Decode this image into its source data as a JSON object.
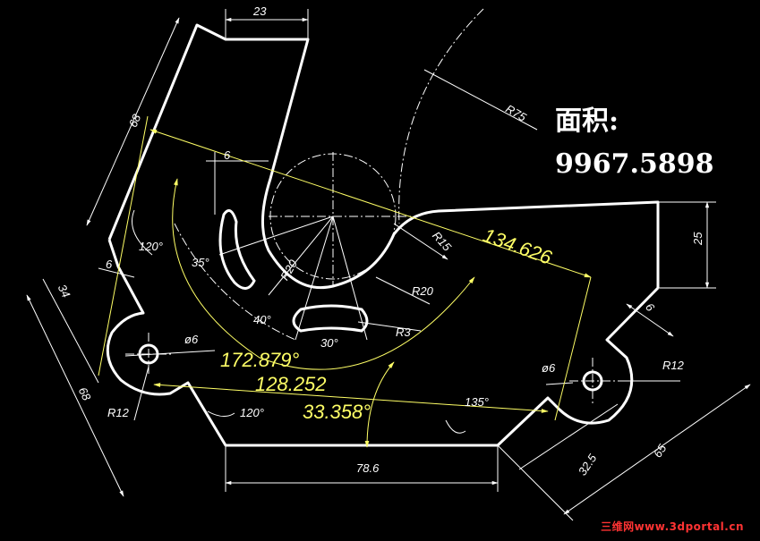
{
  "area": {
    "label": "面积:",
    "value": "9967.5898"
  },
  "dimensions": {
    "d23": "23",
    "d68_top": "68",
    "d68_left": "68",
    "d6_top": "6",
    "d6_left": "6",
    "d6_right": "6",
    "r75": "R75",
    "r15": "R15",
    "r20_a": "R20",
    "r20_b": "R20",
    "r3": "R3",
    "r12_left": "R12",
    "r12_right": "R12",
    "phi6_left": "ø6",
    "phi6_right": "ø6",
    "d34": "34",
    "d25": "25",
    "d78_6": "78.6",
    "d32_5": "32.5",
    "d65": "65",
    "a120_top": "120°",
    "a120_bottom": "120°",
    "a35": "35°",
    "a40": "40°",
    "a30": "30°",
    "a135": "135°"
  },
  "measured": {
    "m134_626": "134.626",
    "m172_879": "172.879°",
    "m128_252": "128.252",
    "m33_358": "33.358°"
  },
  "colors": {
    "background": "#000000",
    "outline": "#ffffff",
    "measure": "#ffff66",
    "watermark": "#ff3333"
  },
  "watermark": "三维网www.3dportal.cn"
}
